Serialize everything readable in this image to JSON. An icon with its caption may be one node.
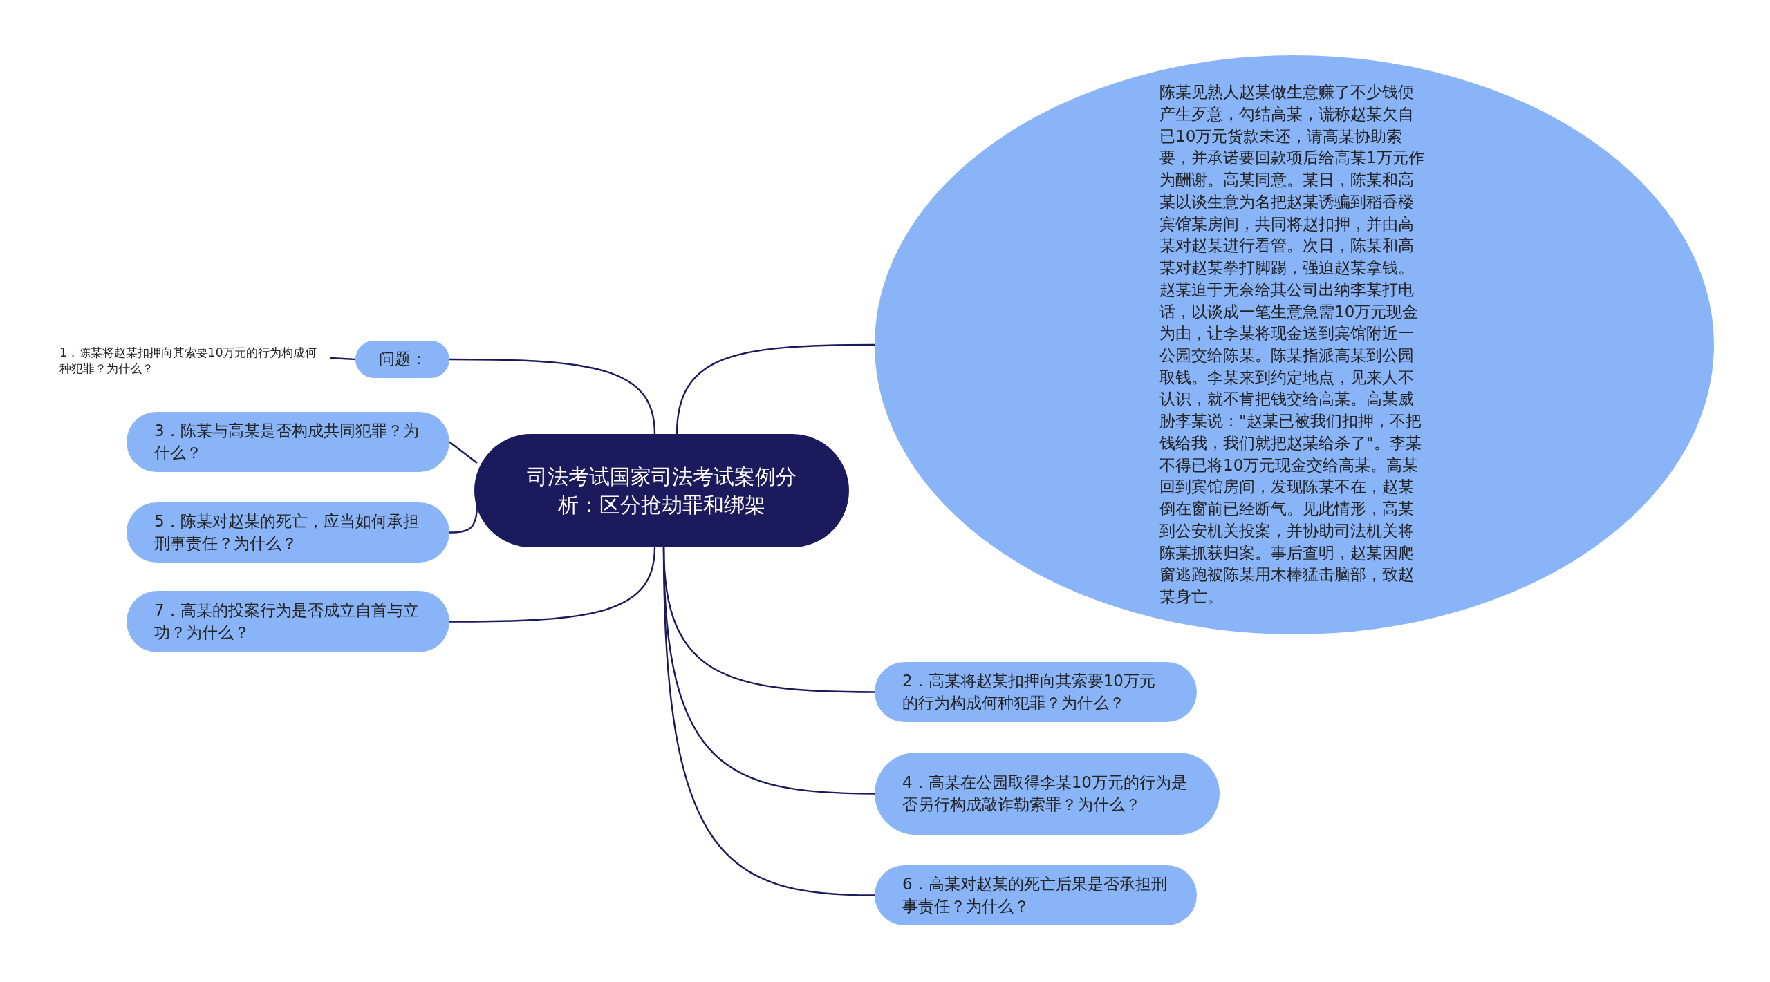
{
  "diagram": {
    "nodes": [
      {
        "text": [
          "司法考试国家司法考试案例分析：区分抢劫罪和绑架"
        ]
      },
      {
        "text": [
          " 陈某见熟人赵某做生意赚了不少钱便产生歹意，勾结高某，谎称赵某欠自已10万元货款未还，请高某协助索要，并承诺要回款项后给高某1万元作为酬谢。高某同意。某日，陈某和高某以谈生意为名把赵某诱骗到稻香楼宾馆某房间，共同将赵扣押，并由高某对赵某进行看管。次日，陈某和高某对赵某拳打脚踢，强迫赵某拿钱。赵某迫于无奈给其公司出纳李某打电话，以谈成一笔生意急需10万元现金为由，让李某将现金送到宾馆附近一公园交给陈某。陈某指派高某到公园取钱。李某来到约定地点，见来人不认识，就不肯把钱交给高某。高某威胁李某说：\"赵某已被我们扣押，不把钱给我，我们就把赵某给杀了\"。李某不得已将10万元现金交给高某。高某回到宾馆房间，发现陈某不在，赵某倒在窗前已经断气。见此情形，高某到公安机关投案，并协助司法机关将陈某抓获归案。事后查明，赵某因爬窗逃跑被陈某用木棒猛击脑部，致赵某身亡。"
        ]
      },
      {
        "text": [
          "问题："
        ]
      },
      {
        "text": [
          " 1．陈某将赵某扣押向其索要10万元的行为构成何种犯罪？为什么？"
        ]
      },
      {
        "text": [
          " 3．陈某与高某是否构成共同犯罪？为什么？"
        ]
      },
      {
        "text": [
          " 5．陈某对赵某的死亡，应当如何承担刑事责任？为什么？"
        ]
      },
      {
        "text": [
          " 7．高某的投案行为是否成立自首与立功？为什么？"
        ]
      },
      {
        "text": [
          " 2．高某将赵某扣押向其索要10万元的行为构成何种犯罪？为什么？"
        ]
      },
      {
        "text": [
          " 4．高某在公园取得李某10万元的行为是否另行构成敲诈勒索罪？为什么？"
        ]
      },
      {
        "text": [
          " 6．高某对赵某的死亡后果是否承担刑事责任？为什么？"
        ]
      }
    ],
    "edges": [
      {
        "from": 0,
        "to": 1,
        "arrow": "none"
      },
      {
        "from": 0,
        "to": 2,
        "arrow": "none"
      },
      {
        "from": 2,
        "to": 3,
        "arrow": "none"
      },
      {
        "from": 0,
        "to": 4,
        "arrow": "none"
      },
      {
        "from": 0,
        "to": 5,
        "arrow": "none"
      },
      {
        "from": 0,
        "to": 6,
        "arrow": "none"
      },
      {
        "from": 0,
        "to": 7,
        "arrow": "none"
      },
      {
        "from": 0,
        "to": 8,
        "arrow": "none"
      },
      {
        "from": 0,
        "to": 9,
        "arrow": "none"
      }
    ]
  }
}
